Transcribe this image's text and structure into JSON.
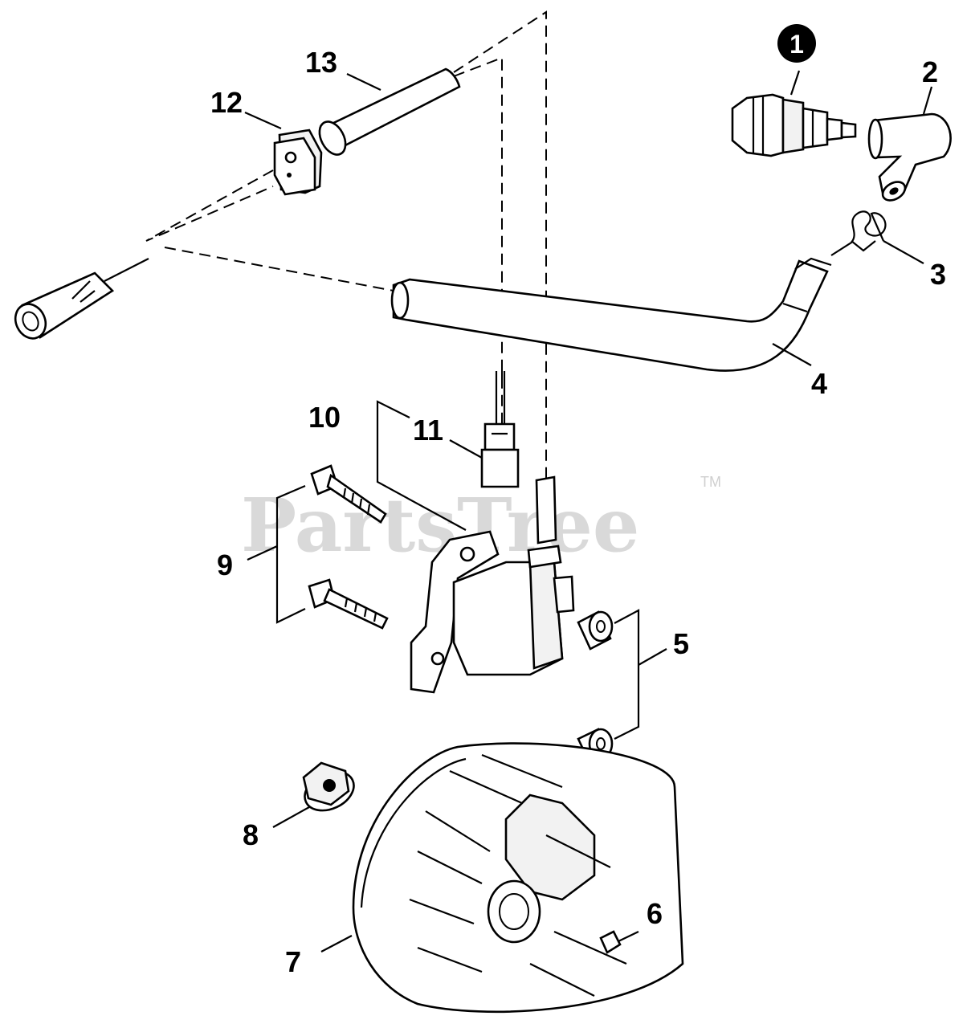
{
  "watermark": {
    "text": "PartsTree",
    "tm": "TM"
  },
  "callouts": {
    "c1": "1",
    "c2": "2",
    "c3": "3",
    "c4": "4",
    "c5": "5",
    "c6": "6",
    "c7": "7",
    "c8": "8",
    "c9": "9",
    "c10": "10",
    "c11": "11",
    "c12": "12",
    "c13": "13"
  },
  "icons": [
    "spark-plug",
    "spark-plug-boot",
    "spring",
    "ignition-wire",
    "spacer",
    "key",
    "flywheel",
    "nut",
    "bolt",
    "ignition-coil",
    "connector",
    "grommet",
    "tube"
  ]
}
